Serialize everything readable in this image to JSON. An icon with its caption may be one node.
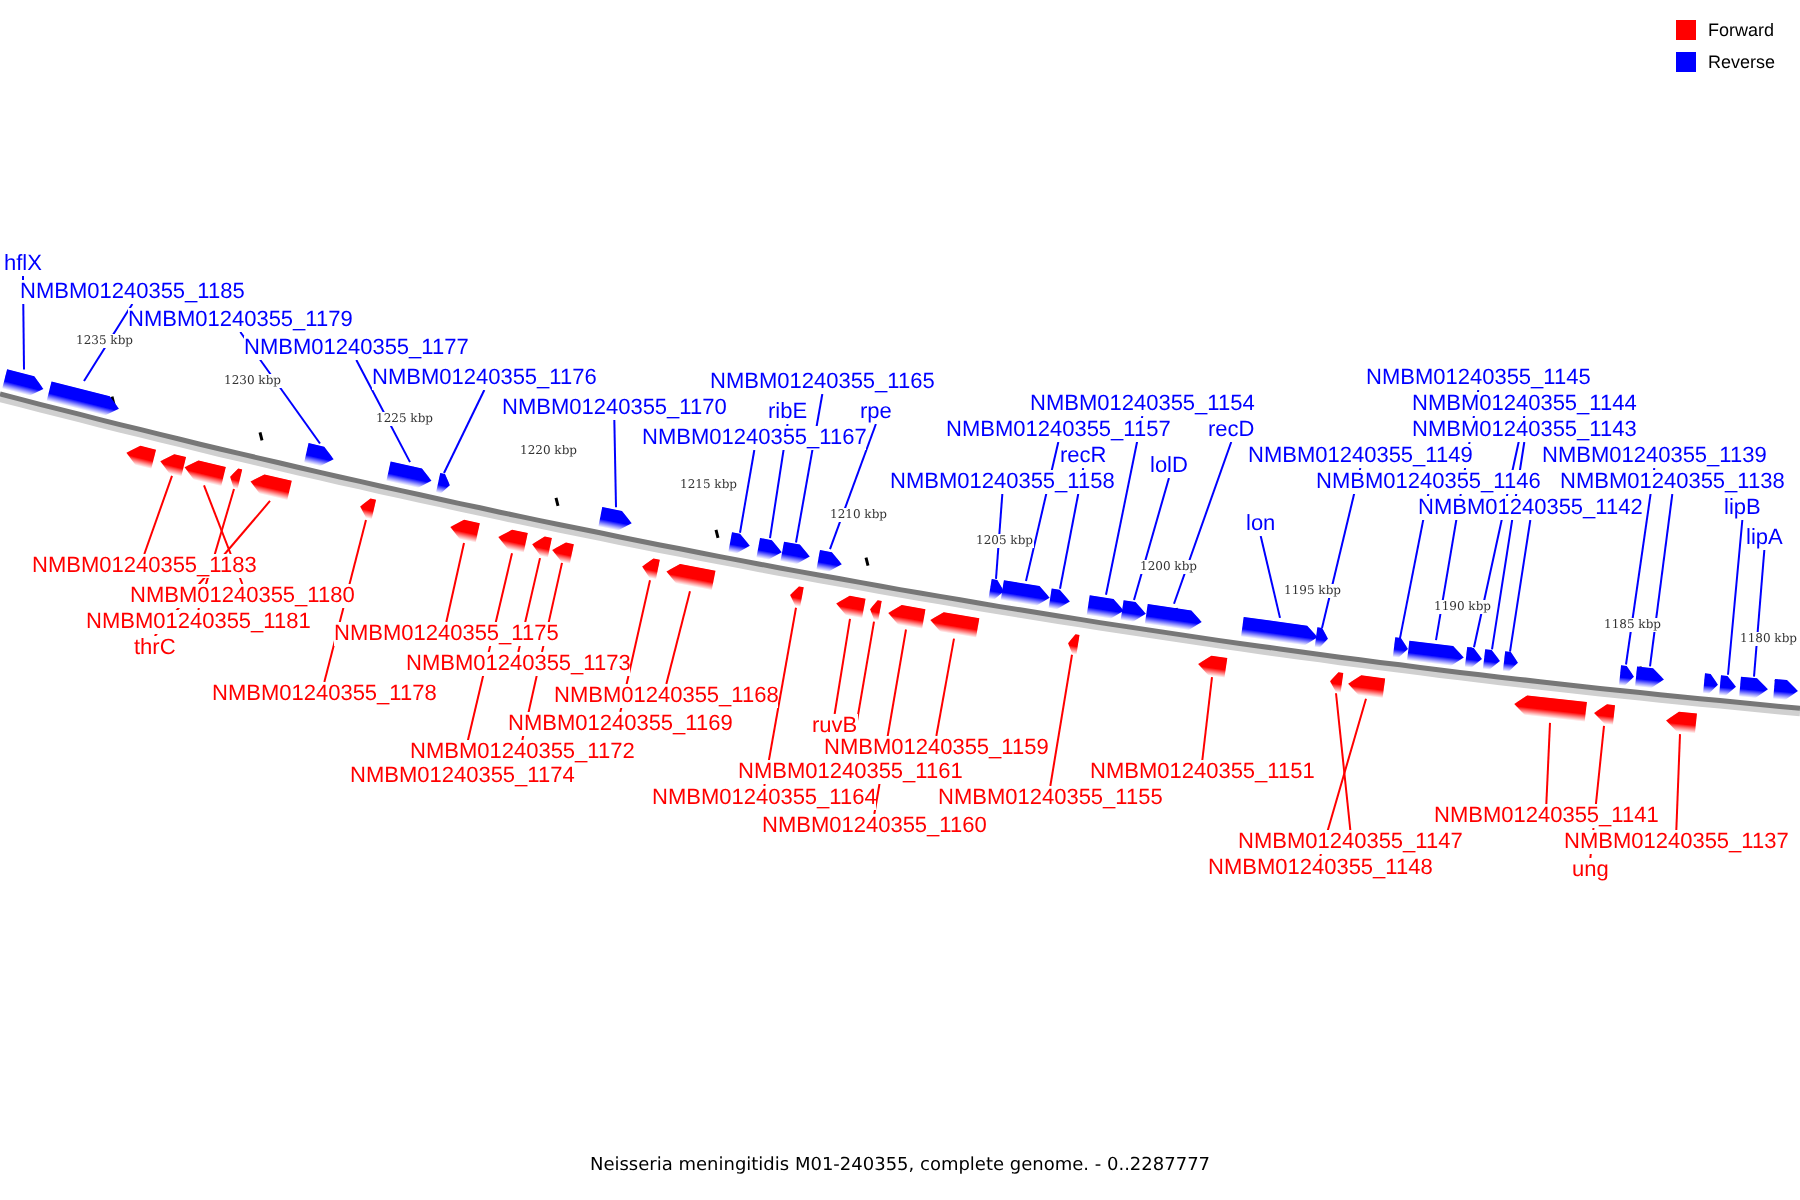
{
  "diagram": {
    "caption": "Neisseria meningitidis M01-240355, complete genome. - 0..2287777",
    "nodes": [
      {
        "text": [
          "hflX"
        ]
      },
      {
        "text": [
          "NMBM01240355_1185"
        ]
      },
      {
        "text": [
          "NMBM01240355_1179"
        ]
      },
      {
        "text": [
          "NMBM01240355_1177"
        ]
      },
      {
        "text": [
          "NMBM01240355_1176"
        ]
      },
      {
        "text": [
          "NMBM01240355_1165"
        ]
      },
      {
        "text": [
          "NMBM01240355_1170"
        ]
      },
      {
        "text": [
          "ribE"
        ]
      },
      {
        "text": [
          "rpe"
        ]
      },
      {
        "text": [
          "NMBM01240355_1167"
        ]
      },
      {
        "text": [
          "NMBM01240355_1145"
        ]
      },
      {
        "text": [
          "NMBM01240355_1144"
        ]
      },
      {
        "text": [
          "NMBM01240355_1154"
        ]
      },
      {
        "text": [
          "NMBM01240355_1157"
        ]
      },
      {
        "text": [
          "recD"
        ]
      },
      {
        "text": [
          "NMBM01240355_1143"
        ]
      },
      {
        "text": [
          "recR"
        ]
      },
      {
        "text": [
          "NMBM01240355_1149"
        ]
      },
      {
        "text": [
          "NMBM01240355_1139"
        ]
      },
      {
        "text": [
          "lolD"
        ]
      },
      {
        "text": [
          "NMBM01240355_1158"
        ]
      },
      {
        "text": [
          "NMBM01240355_1146"
        ]
      },
      {
        "text": [
          "NMBM01240355_1138"
        ]
      },
      {
        "text": [
          "NMBM01240355_1142"
        ]
      },
      {
        "text": [
          "lipB"
        ]
      },
      {
        "text": [
          "lon"
        ]
      },
      {
        "text": [
          "lipA"
        ]
      },
      {
        "text": [
          "NMBM01240355_1183"
        ]
      },
      {
        "text": [
          "NMBM01240355_1180"
        ]
      },
      {
        "text": [
          "NMBM01240355_1181"
        ]
      },
      {
        "text": [
          "NMBM01240355_1175"
        ]
      },
      {
        "text": [
          "thrC"
        ]
      },
      {
        "text": [
          "NMBM01240355_1173"
        ]
      },
      {
        "text": [
          "NMBM01240355_1178"
        ]
      },
      {
        "text": [
          "NMBM01240355_1168"
        ]
      },
      {
        "text": [
          "NMBM01240355_1169"
        ]
      },
      {
        "text": [
          "ruvB"
        ]
      },
      {
        "text": [
          "NMBM01240355_1159"
        ]
      },
      {
        "text": [
          "NMBM01240355_1172"
        ]
      },
      {
        "text": [
          "NMBM01240355_1161"
        ]
      },
      {
        "text": [
          "NMBM01240355_1151"
        ]
      },
      {
        "text": [
          "NMBM01240355_1174"
        ]
      },
      {
        "text": [
          "NMBM01240355_1164"
        ]
      },
      {
        "text": [
          "NMBM01240355_1155"
        ]
      },
      {
        "text": [
          "NMBM01240355_1141"
        ]
      },
      {
        "text": [
          "NMBM01240355_1160"
        ]
      },
      {
        "text": [
          "NMBM01240355_1147"
        ]
      },
      {
        "text": [
          "NMBM01240355_1137"
        ]
      },
      {
        "text": [
          "NMBM01240355_1148"
        ]
      },
      {
        "text": [
          "ung"
        ]
      },
      {
        "text": [],
        "shape": "pentagon"
      },
      {
        "text": [],
        "shape": "pentagon"
      },
      {
        "text": [],
        "shape": "pentagon"
      },
      {
        "text": [],
        "shape": "pentagon"
      },
      {
        "text": [],
        "shape": "pentagon"
      },
      {
        "text": [],
        "shape": "pentagon"
      },
      {
        "text": [],
        "shape": "pentagon"
      },
      {
        "text": [],
        "shape": "pentagon"
      },
      {
        "text": [],
        "shape": "pentagon"
      },
      {
        "text": [],
        "shape": "pentagon"
      },
      {
        "text": [],
        "shape": "pentagon"
      },
      {
        "text": [],
        "shape": "pentagon"
      },
      {
        "text": [],
        "shape": "pentagon"
      },
      {
        "text": [],
        "shape": "pentagon"
      },
      {
        "text": [],
        "shape": "pentagon"
      },
      {
        "text": [],
        "shape": "pentagon"
      },
      {
        "text": [],
        "shape": "pentagon"
      },
      {
        "text": [],
        "shape": "pentagon"
      },
      {
        "text": [],
        "shape": "pentagon"
      },
      {
        "text": [],
        "shape": "pentagon"
      },
      {
        "text": [],
        "shape": "pentagon"
      },
      {
        "text": [],
        "shape": "pentagon"
      },
      {
        "text": [],
        "shape": "pentagon"
      },
      {
        "text": [],
        "shape": "pentagon"
      },
      {
        "text": [],
        "shape": "pentagon"
      },
      {
        "text": [],
        "shape": "pentagon"
      },
      {
        "text": [],
        "shape": "pentagon"
      },
      {
        "text": [],
        "shape": "pentagon"
      },
      {
        "text": [],
        "shape": "pentagon"
      },
      {
        "text": [],
        "shape": "pentagon"
      },
      {
        "text": [],
        "shape": "pentagon"
      },
      {
        "text": [],
        "shape": "pentagon"
      },
      {
        "text": [],
        "shape": "pentagon"
      },
      {
        "text": [],
        "shape": "pentagon"
      },
      {
        "text": [],
        "shape": "pentagon"
      },
      {
        "text": [],
        "shape": "pentagon"
      },
      {
        "text": [],
        "shape": "pentagon"
      },
      {
        "text": [],
        "shape": "pentagon"
      },
      {
        "text": [],
        "shape": "pentagon"
      },
      {
        "text": [],
        "shape": "pentagon"
      },
      {
        "text": [],
        "shape": "pentagon"
      },
      {
        "text": [],
        "shape": "pentagon"
      },
      {
        "text": [],
        "shape": "pentagon"
      },
      {
        "text": [],
        "shape": "pentagon"
      },
      {
        "text": [],
        "shape": "pentagon"
      },
      {
        "text": [],
        "shape": "pentagon"
      },
      {
        "text": [],
        "shape": "pentagon"
      },
      {
        "text": [],
        "shape": "pentagon"
      },
      {
        "text": [],
        "shape": "pentagon"
      },
      {
        "text": [],
        "shape": "pentagon"
      },
      {
        "text": [],
        "shape": "pentagon"
      },
      {
        "text": [],
        "shape": "pentagon"
      },
      {
        "text": [],
        "shape": "pentagon"
      }
    ],
    "edges": [
      {
        "from": 0,
        "to": 50,
        "arrow": "none"
      },
      {
        "from": 1,
        "to": 51,
        "arrow": "none"
      },
      {
        "from": 2,
        "to": 57,
        "arrow": "none"
      },
      {
        "from": 3,
        "to": 59,
        "arrow": "none"
      },
      {
        "from": 4,
        "to": 60,
        "arrow": "none"
      },
      {
        "from": 5,
        "to": 70,
        "arrow": "none"
      },
      {
        "from": 6,
        "to": 65,
        "arrow": "none"
      },
      {
        "from": 7,
        "to": 69,
        "arrow": "none"
      },
      {
        "from": 8,
        "to": 72,
        "arrow": "none"
      },
      {
        "from": 9,
        "to": 68,
        "arrow": "none"
      },
      {
        "from": 10,
        "to": 90,
        "arrow": "none"
      },
      {
        "from": 11,
        "to": 91,
        "arrow": "none"
      },
      {
        "from": 12,
        "to": 81,
        "arrow": "none"
      },
      {
        "from": 13,
        "to": 78,
        "arrow": "none"
      },
      {
        "from": 14,
        "to": 83,
        "arrow": "none"
      },
      {
        "from": 15,
        "to": 92,
        "arrow": "none"
      },
      {
        "from": 16,
        "to": 79,
        "arrow": "none"
      },
      {
        "from": 17,
        "to": 86,
        "arrow": "none"
      },
      {
        "from": 18,
        "to": 96,
        "arrow": "none"
      },
      {
        "from": 19,
        "to": 82,
        "arrow": "none"
      },
      {
        "from": 20,
        "to": 77,
        "arrow": "none"
      },
      {
        "from": 21,
        "to": 89,
        "arrow": "none"
      },
      {
        "from": 22,
        "to": 97,
        "arrow": "none"
      },
      {
        "from": 23,
        "to": 93,
        "arrow": "none"
      },
      {
        "from": 24,
        "to": 100,
        "arrow": "none"
      },
      {
        "from": 25,
        "to": 85,
        "arrow": "none"
      },
      {
        "from": 26,
        "to": 101,
        "arrow": "none"
      },
      {
        "from": 27,
        "to": 53,
        "arrow": "none",
        "color": "#ff0000"
      },
      {
        "from": 28,
        "to": 54,
        "arrow": "none",
        "color": "#ff0000"
      },
      {
        "from": 29,
        "to": 55,
        "arrow": "none",
        "color": "#ff0000"
      },
      {
        "from": 30,
        "to": 61,
        "arrow": "none",
        "color": "#ff0000"
      },
      {
        "from": 31,
        "to": 56,
        "arrow": "none",
        "color": "#ff0000"
      },
      {
        "from": 32,
        "to": 63,
        "arrow": "none",
        "color": "#ff0000"
      },
      {
        "from": 33,
        "to": 58,
        "arrow": "none",
        "color": "#ff0000"
      },
      {
        "from": 34,
        "to": 67,
        "arrow": "none",
        "color": "#ff0000"
      },
      {
        "from": 35,
        "to": 66,
        "arrow": "none",
        "color": "#ff0000"
      },
      {
        "from": 36,
        "to": 73,
        "arrow": "none",
        "color": "#ff0000"
      },
      {
        "from": 37,
        "to": 76,
        "arrow": "none",
        "color": "#ff0000"
      },
      {
        "from": 38,
        "to": 64,
        "arrow": "none",
        "color": "#ff0000"
      },
      {
        "from": 39,
        "to": 74,
        "arrow": "none",
        "color": "#ff0000"
      },
      {
        "from": 40,
        "to": 84,
        "arrow": "none",
        "color": "#ff0000"
      },
      {
        "from": 41,
        "to": 62,
        "arrow": "none",
        "color": "#ff0000"
      },
      {
        "from": 42,
        "to": 71,
        "arrow": "none",
        "color": "#ff0000"
      },
      {
        "from": 43,
        "to": 80,
        "arrow": "none",
        "color": "#ff0000"
      },
      {
        "from": 44,
        "to": 94,
        "arrow": "none",
        "color": "#ff0000"
      },
      {
        "from": 45,
        "to": 75,
        "arrow": "none",
        "color": "#ff0000"
      },
      {
        "from": 46,
        "to": 87,
        "arrow": "none",
        "color": "#ff0000"
      },
      {
        "from": 47,
        "to": 98,
        "arrow": "none",
        "color": "#ff0000"
      },
      {
        "from": 48,
        "to": 88,
        "arrow": "none",
        "color": "#ff0000"
      },
      {
        "from": 49,
        "to": 95,
        "arrow": "none",
        "color": "#ff0000"
      }
    ],
    "labels": [
      "1235 kbp",
      "1230 kbp",
      "1225 kbp",
      "1220 kbp",
      "1215 kbp",
      "1210 kbp",
      "1205 kbp",
      "1200 kbp",
      "1195 kbp",
      "1190 kbp",
      "1185 kbp",
      "1180 kbp"
    ],
    "legend": [
      {
        "text": "Forward",
        "color": "#ff0000"
      },
      {
        "text": "Reverse",
        "color": "#0000ff"
      }
    ]
  }
}
